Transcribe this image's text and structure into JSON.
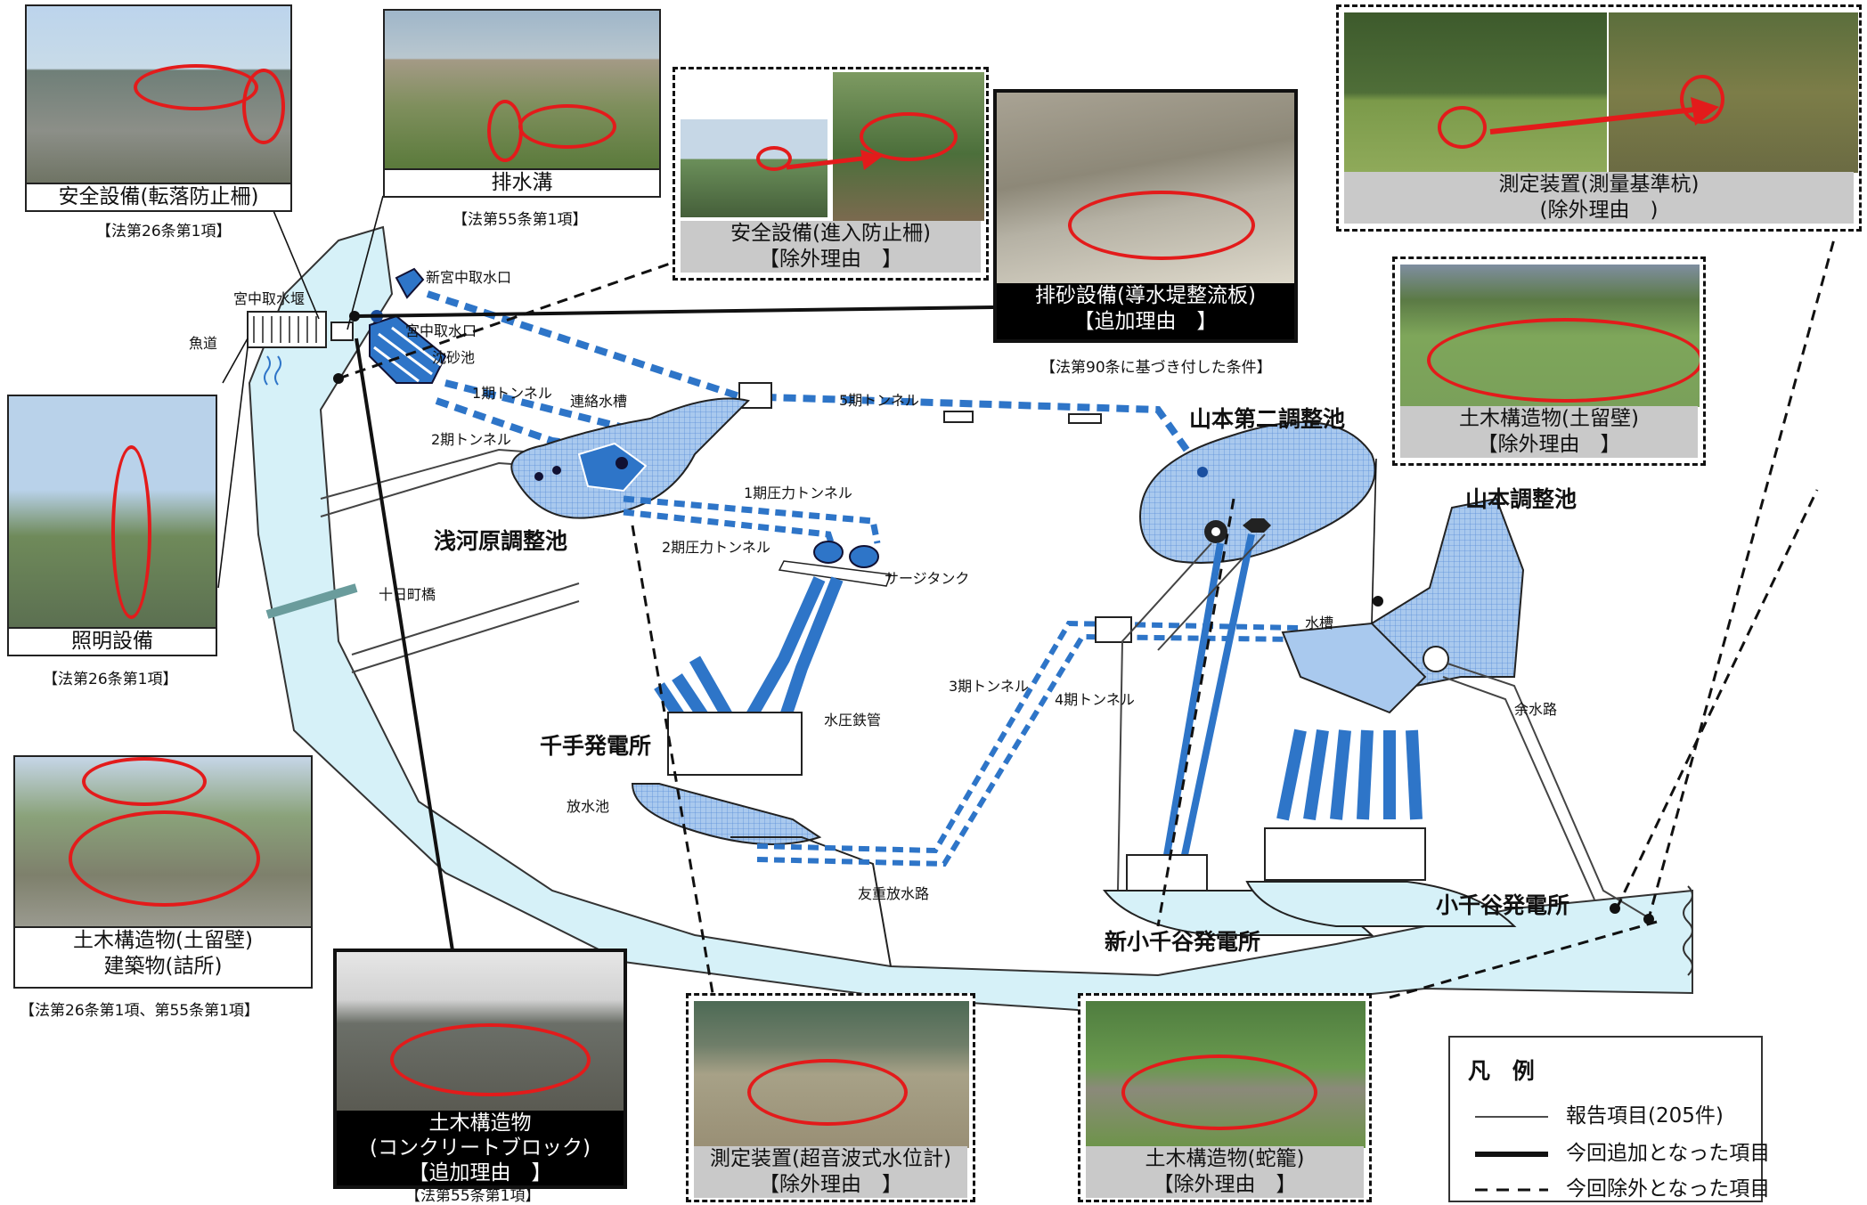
{
  "photos": {
    "p_rail": {
      "caption": "安全設備(転落防止柵)",
      "law": "【法第26条第1項】"
    },
    "p_drain": {
      "caption": "排水溝",
      "law": "【法第55条第1項】"
    },
    "p_entry": {
      "caption1": "安全設備(進入防止柵)",
      "caption2": "【除外理由　】"
    },
    "p_sand": {
      "caption1": "排砂設備(導水堤整流板)",
      "caption2": "【追加理由　】",
      "law": "【法第90条に基づき付した条件】"
    },
    "p_survey": {
      "caption1": "測定装置(測量基準杭)",
      "caption2": "(除外理由　)"
    },
    "p_wall_r": {
      "caption1": "土木構造物(土留壁)",
      "caption2": "【除外理由　】"
    },
    "p_light": {
      "caption": "照明設備",
      "law": "【法第26条第1項】"
    },
    "p_wall_l": {
      "caption1": "土木構造物(土留壁)",
      "caption2": "建築物(詰所)",
      "law": "【法第26条第1項、第55条第1項】"
    },
    "p_block": {
      "caption1": "土木構造物",
      "caption2": "(コンクリートブロック)",
      "caption3": "【追加理由　】",
      "law": "【法第55条第1項】"
    },
    "p_gauge": {
      "caption1": "測定装置(超音波式水位計)",
      "caption2": "【除外理由　】"
    },
    "p_gabion": {
      "caption1": "土木構造物(蛇籠)",
      "caption2": "【除外理由　】"
    }
  },
  "labels": {
    "miyanaka_weir": "宮中取水堰",
    "fishway": "魚道",
    "new_intake": "新宮中取水口",
    "intake": "宮中取水口",
    "sand_basin": "沈砂池",
    "tunnel1": "1期トンネル",
    "tunnel2": "2期トンネル",
    "tank": "連絡水槽",
    "tunnel5": "5期トンネル",
    "asagawara": "浅河原調整池",
    "pressure1": "1期圧力トンネル",
    "pressure2": "2期圧力トンネル",
    "surge": "サージタンク",
    "tokamachi": "十日町橋",
    "senju": "千手発電所",
    "penstock": "水圧鉄管",
    "tailrace": "放水池",
    "tomoe": "友重放水路",
    "tunnel3": "3期トンネル",
    "tunnel4": "4期トンネル",
    "yamamoto2": "山本第二調整池",
    "yamamoto": "山本調整池",
    "suiso": "水槽",
    "spillway": "余水路",
    "shin_ochiya": "新小千谷発電所",
    "ochiya": "小千谷発電所"
  },
  "legend": {
    "title": "凡 例",
    "items": [
      {
        "style": "thin",
        "label": "報告項目(205件)"
      },
      {
        "style": "thick",
        "label": "今回追加となった項目"
      },
      {
        "style": "dashed",
        "label": "今回除外となった項目"
      }
    ]
  },
  "colors": {
    "water": "#d6f1f8",
    "structure_blue": "#2e75c8",
    "pond": "#a9c9ee",
    "highlight": "#e31b1b"
  }
}
